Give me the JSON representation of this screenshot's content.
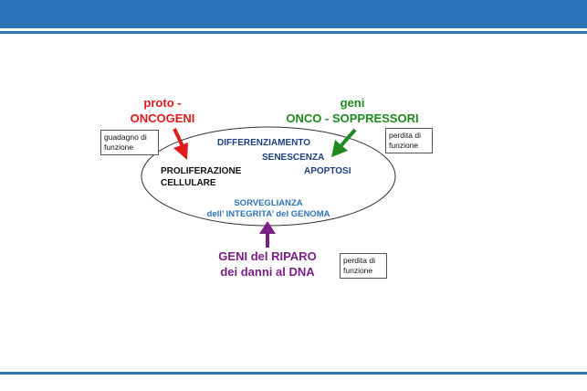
{
  "slide": {
    "colors": {
      "accent": "#2e74b8",
      "onco": "#e01b1b",
      "soppressori": "#1f8a1f",
      "riparo": "#7b1f86",
      "inner_text": "#1f3f80"
    },
    "proto_oncogeni": {
      "line1": "proto -",
      "line2": "ONCOGENI"
    },
    "onco_soppressori": {
      "line1": "geni",
      "line2": "ONCO - SOPPRESSORI"
    },
    "geni_riparo": {
      "line1": "GENI del RIPARO",
      "line2": "dei danni al DNA"
    },
    "box_guadagno": {
      "line1": "guadagno di",
      "line2": "funzione"
    },
    "box_perdita_1": {
      "line1": "perdita di",
      "line2": "funzione"
    },
    "box_perdita_2": {
      "line1": "perdita di",
      "line2": "funzione"
    },
    "ellipse": {
      "differenziamento": "DIFFERENZIAMENTO",
      "senescenza": "SENESCENZA",
      "apoptosi": "APOPTOSI",
      "proliferazione_1": "PROLIFERAZIONE",
      "proliferazione_2": "CELLULARE",
      "sorveglianza_1": "SORVEGLIANZA",
      "sorveglianza_2": "dell’ INTEGRITA’ del GENOMA"
    }
  }
}
